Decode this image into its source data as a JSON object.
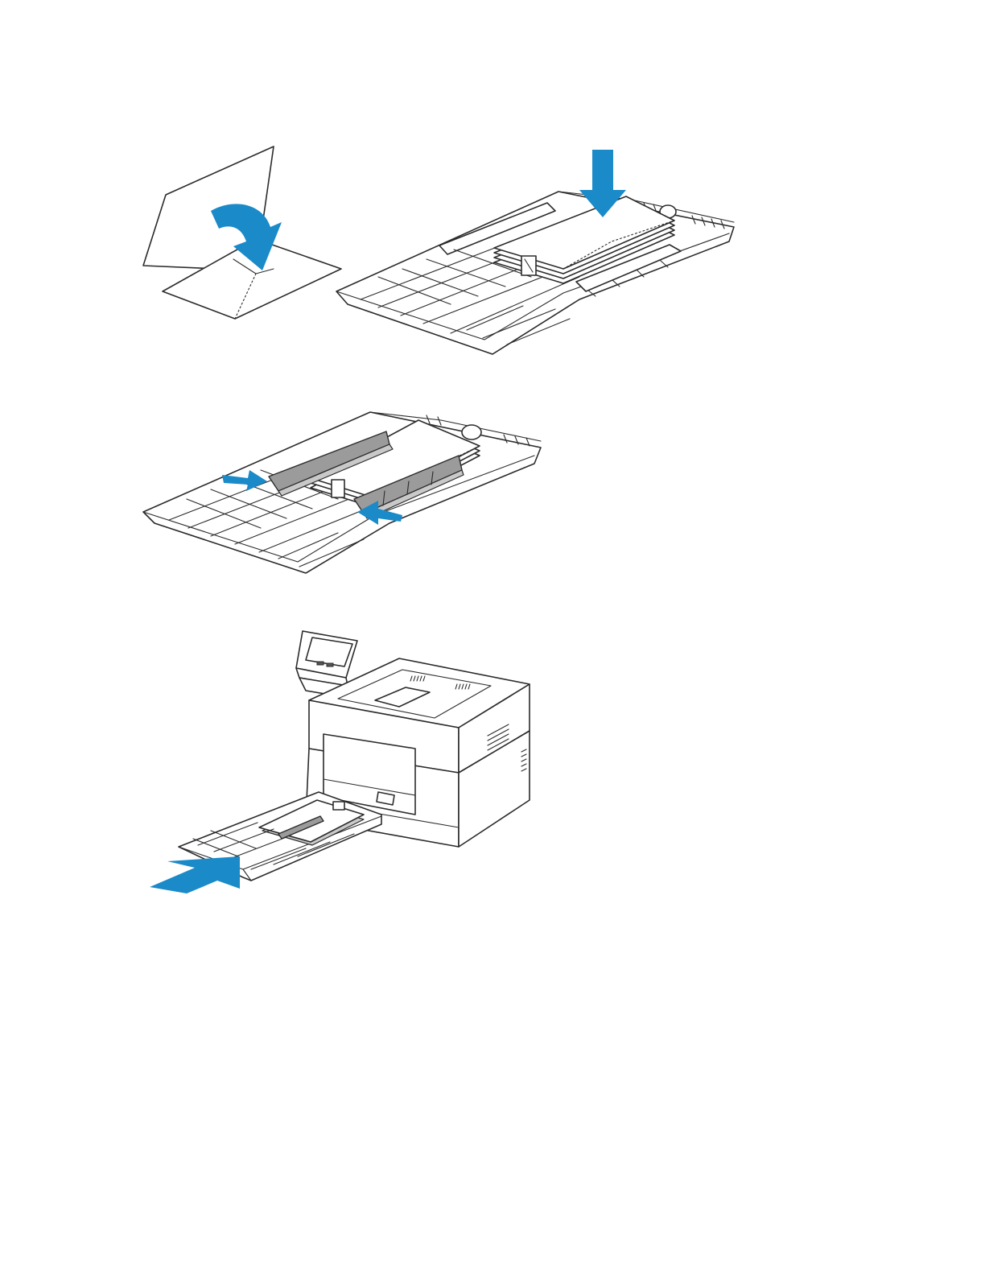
{
  "document": {
    "illustrations": [
      {
        "id": "fold-envelope-flap",
        "icon": "envelope-fold-icon"
      },
      {
        "id": "insert-envelopes-in-tray",
        "icon": "tray-load-icon"
      },
      {
        "id": "adjust-width-guides",
        "icon": "tray-guides-icon"
      },
      {
        "id": "insert-tray-into-printer",
        "icon": "printer-tray-insert-icon"
      }
    ],
    "colors": {
      "arrow": "#1a8ac8",
      "line": "#2b2b2b",
      "guide": "#9b9b9b",
      "paper": "#ffffff"
    }
  }
}
